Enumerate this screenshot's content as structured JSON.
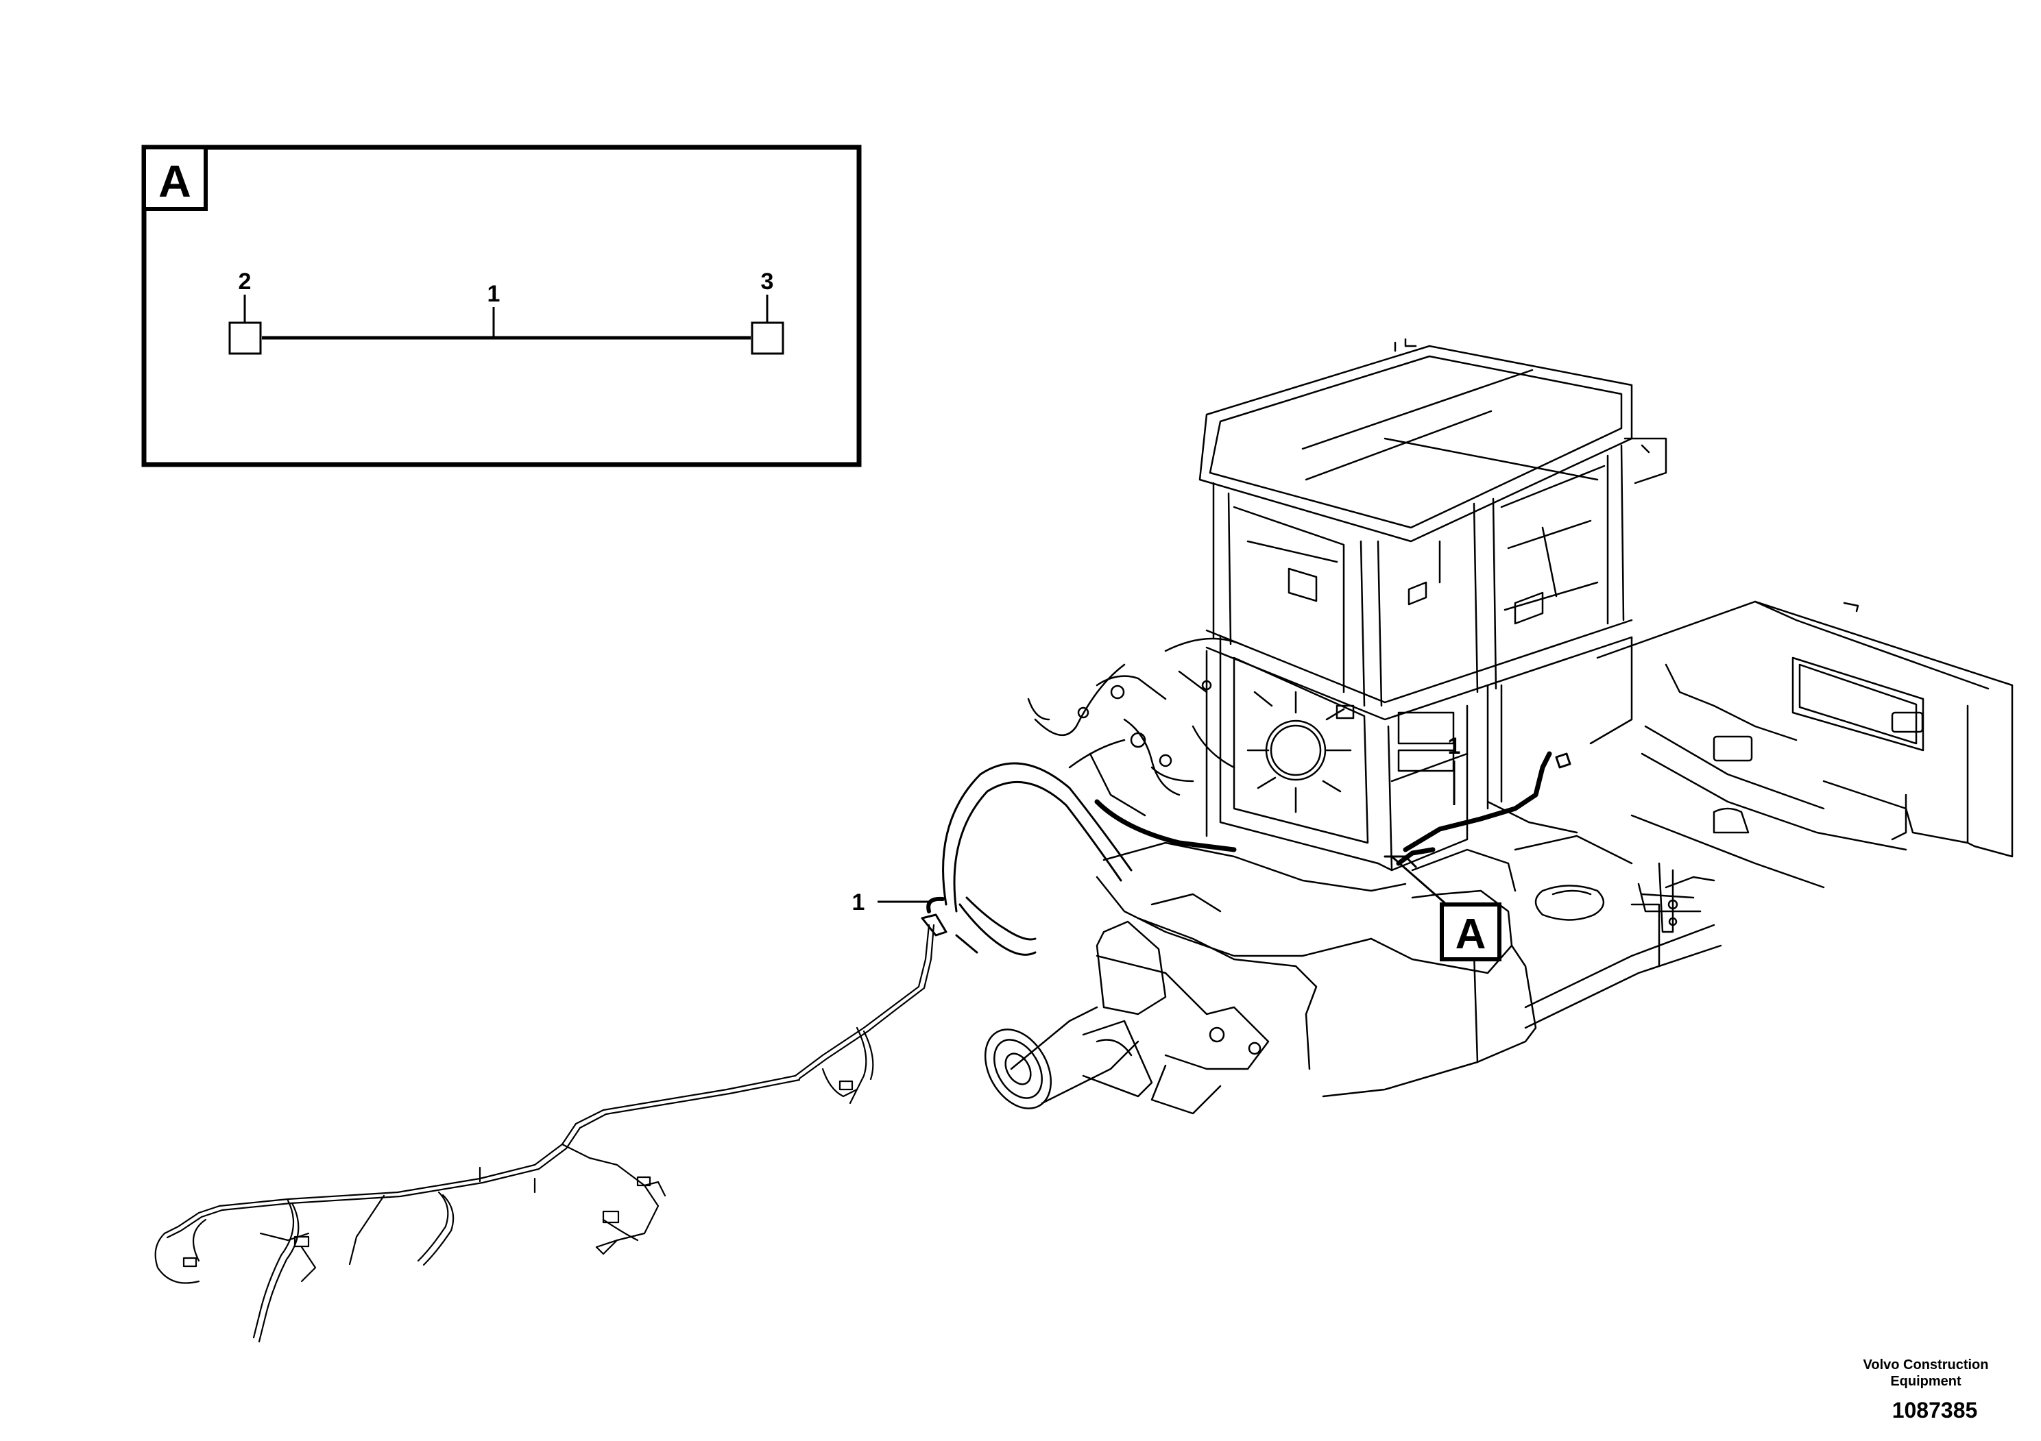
{
  "detail_box": {
    "label": "A",
    "items": {
      "center": "1",
      "left": "2",
      "right": "3"
    }
  },
  "main_view": {
    "callout_left": "1",
    "callout_right": "1",
    "detail_marker": "A"
  },
  "footer": {
    "maker_line1": "Volvo Construction",
    "maker_line2": "Equipment",
    "illustration_number": "1087385"
  }
}
